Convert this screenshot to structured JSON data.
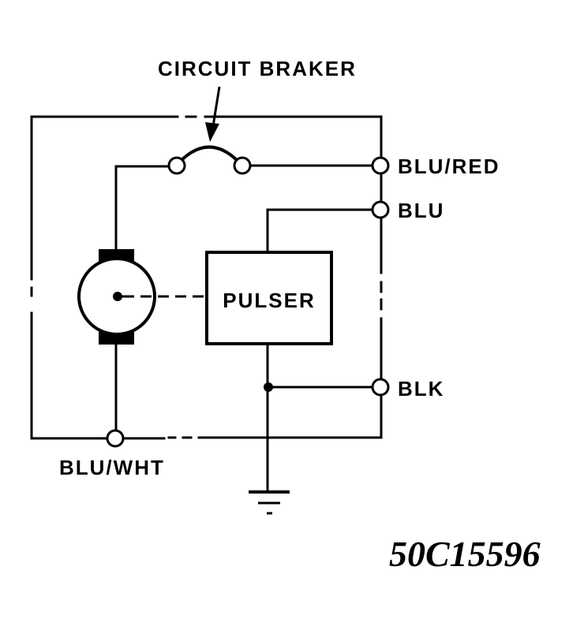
{
  "diagram": {
    "title_label": "CIRCUIT BRAKER",
    "component_pulser": "PULSER",
    "terminals": {
      "blu_red": "BLU/RED",
      "blu": "BLU",
      "blk": "BLK",
      "blu_wht": "BLU/WHT"
    },
    "part_number": "50C15596",
    "colors": {
      "line": "#000000",
      "background": "#ffffff"
    }
  }
}
